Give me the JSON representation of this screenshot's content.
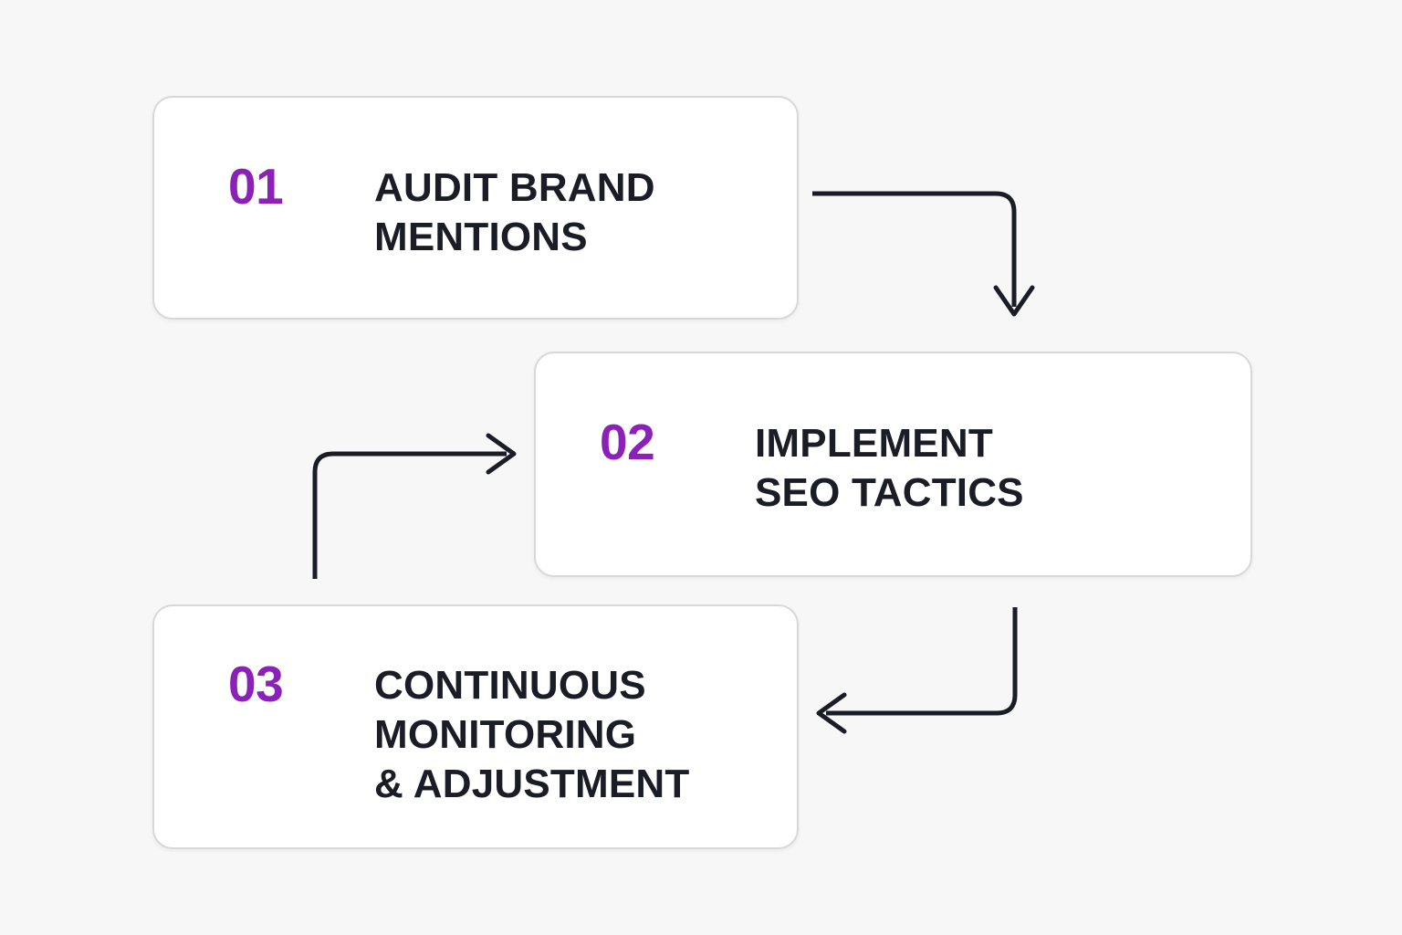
{
  "diagram": {
    "type": "process-flow-cycle",
    "background_color": "#f7f7f8",
    "accent_color": "#8b21b8",
    "text_color": "#1a1d26",
    "card_background": "#ffffff",
    "card_border_color": "#d8d8da",
    "connector_color": "#1a1d26",
    "steps": [
      {
        "number": "01",
        "label": "AUDIT BRAND\nMENTIONS"
      },
      {
        "number": "02",
        "label": "IMPLEMENT\nSEO TACTICS"
      },
      {
        "number": "03",
        "label": "CONTINUOUS\nMONITORING\n& ADJUSTMENT"
      }
    ],
    "connectors": [
      {
        "name": "arrow-step1-to-step2",
        "from": "01",
        "to": "02",
        "direction": "down"
      },
      {
        "name": "arrow-step3-to-step2",
        "from": "03",
        "to": "02",
        "direction": "right"
      },
      {
        "name": "arrow-step2-to-step3",
        "from": "02",
        "to": "03",
        "direction": "left"
      }
    ]
  }
}
